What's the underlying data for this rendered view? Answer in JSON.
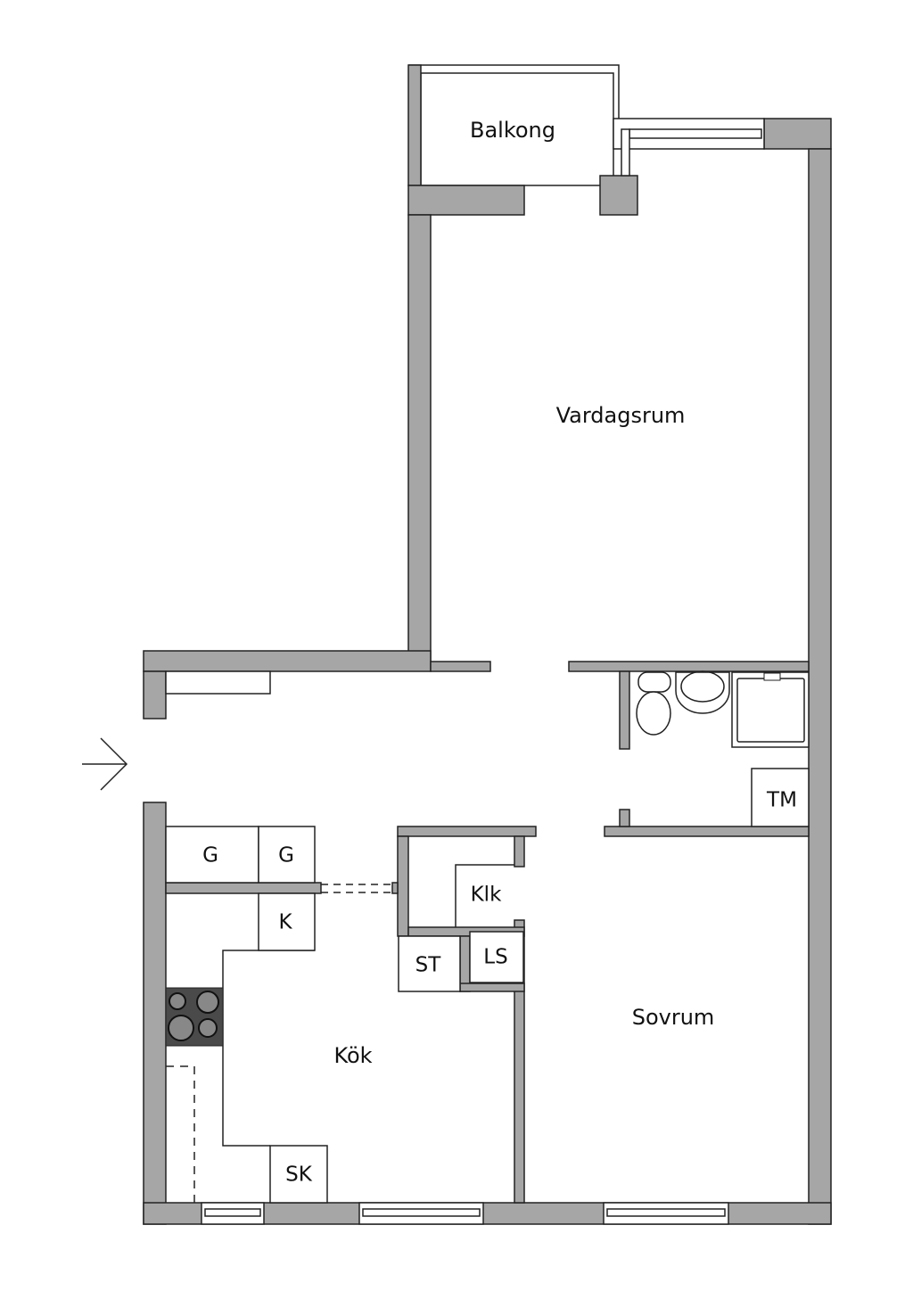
{
  "rooms": {
    "balcony": "Balkong",
    "living_room": "Vardagsrum",
    "kitchen": "Kök",
    "bedroom": "Sovrum"
  },
  "fixtures": {
    "wardrobe_1": "G",
    "wardrobe_2": "G",
    "fridge": "K",
    "closet": "Klk",
    "cleaning_cabinet": "ST",
    "linen_cabinet": "LS",
    "washer": "TM",
    "shoe_cabinet": "SK"
  },
  "colors": {
    "wall": "#a6a6a6",
    "stove": "#4a4a4a"
  },
  "icons": {
    "entrance": "arrow-right-icon"
  }
}
